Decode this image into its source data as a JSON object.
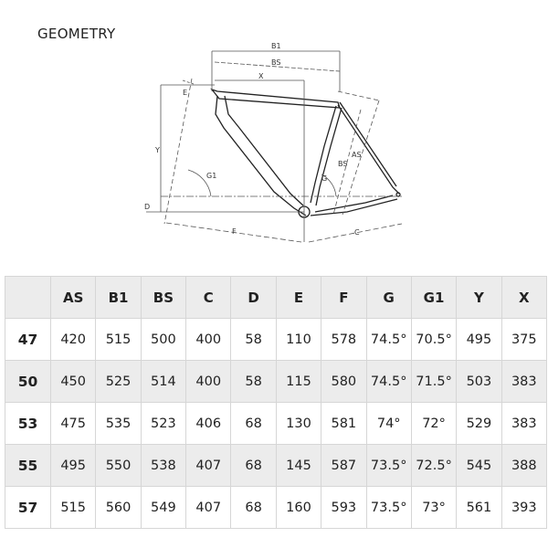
{
  "title": "GEOMETRY",
  "diagram_labels": {
    "b1": "B1",
    "bs": "BS",
    "x": "X",
    "e": "E",
    "y": "Y",
    "g1": "G1",
    "g": "G",
    "bs_st": "BS",
    "as": "AS",
    "d": "D",
    "f": "F",
    "c": "C"
  },
  "table": {
    "headers": [
      "",
      "AS",
      "B1",
      "BS",
      "C",
      "D",
      "E",
      "F",
      "G",
      "G1",
      "Y",
      "X"
    ],
    "rows": [
      [
        "47",
        "420",
        "515",
        "500",
        "400",
        "58",
        "110",
        "578",
        "74.5°",
        "70.5°",
        "495",
        "375"
      ],
      [
        "50",
        "450",
        "525",
        "514",
        "400",
        "58",
        "115",
        "580",
        "74.5°",
        "71.5°",
        "503",
        "383"
      ],
      [
        "53",
        "475",
        "535",
        "523",
        "406",
        "68",
        "130",
        "581",
        "74°",
        "72°",
        "529",
        "383"
      ],
      [
        "55",
        "495",
        "550",
        "538",
        "407",
        "68",
        "145",
        "587",
        "73.5°",
        "72.5°",
        "545",
        "388"
      ],
      [
        "57",
        "515",
        "560",
        "549",
        "407",
        "68",
        "160",
        "593",
        "73.5°",
        "73°",
        "561",
        "393"
      ]
    ]
  }
}
